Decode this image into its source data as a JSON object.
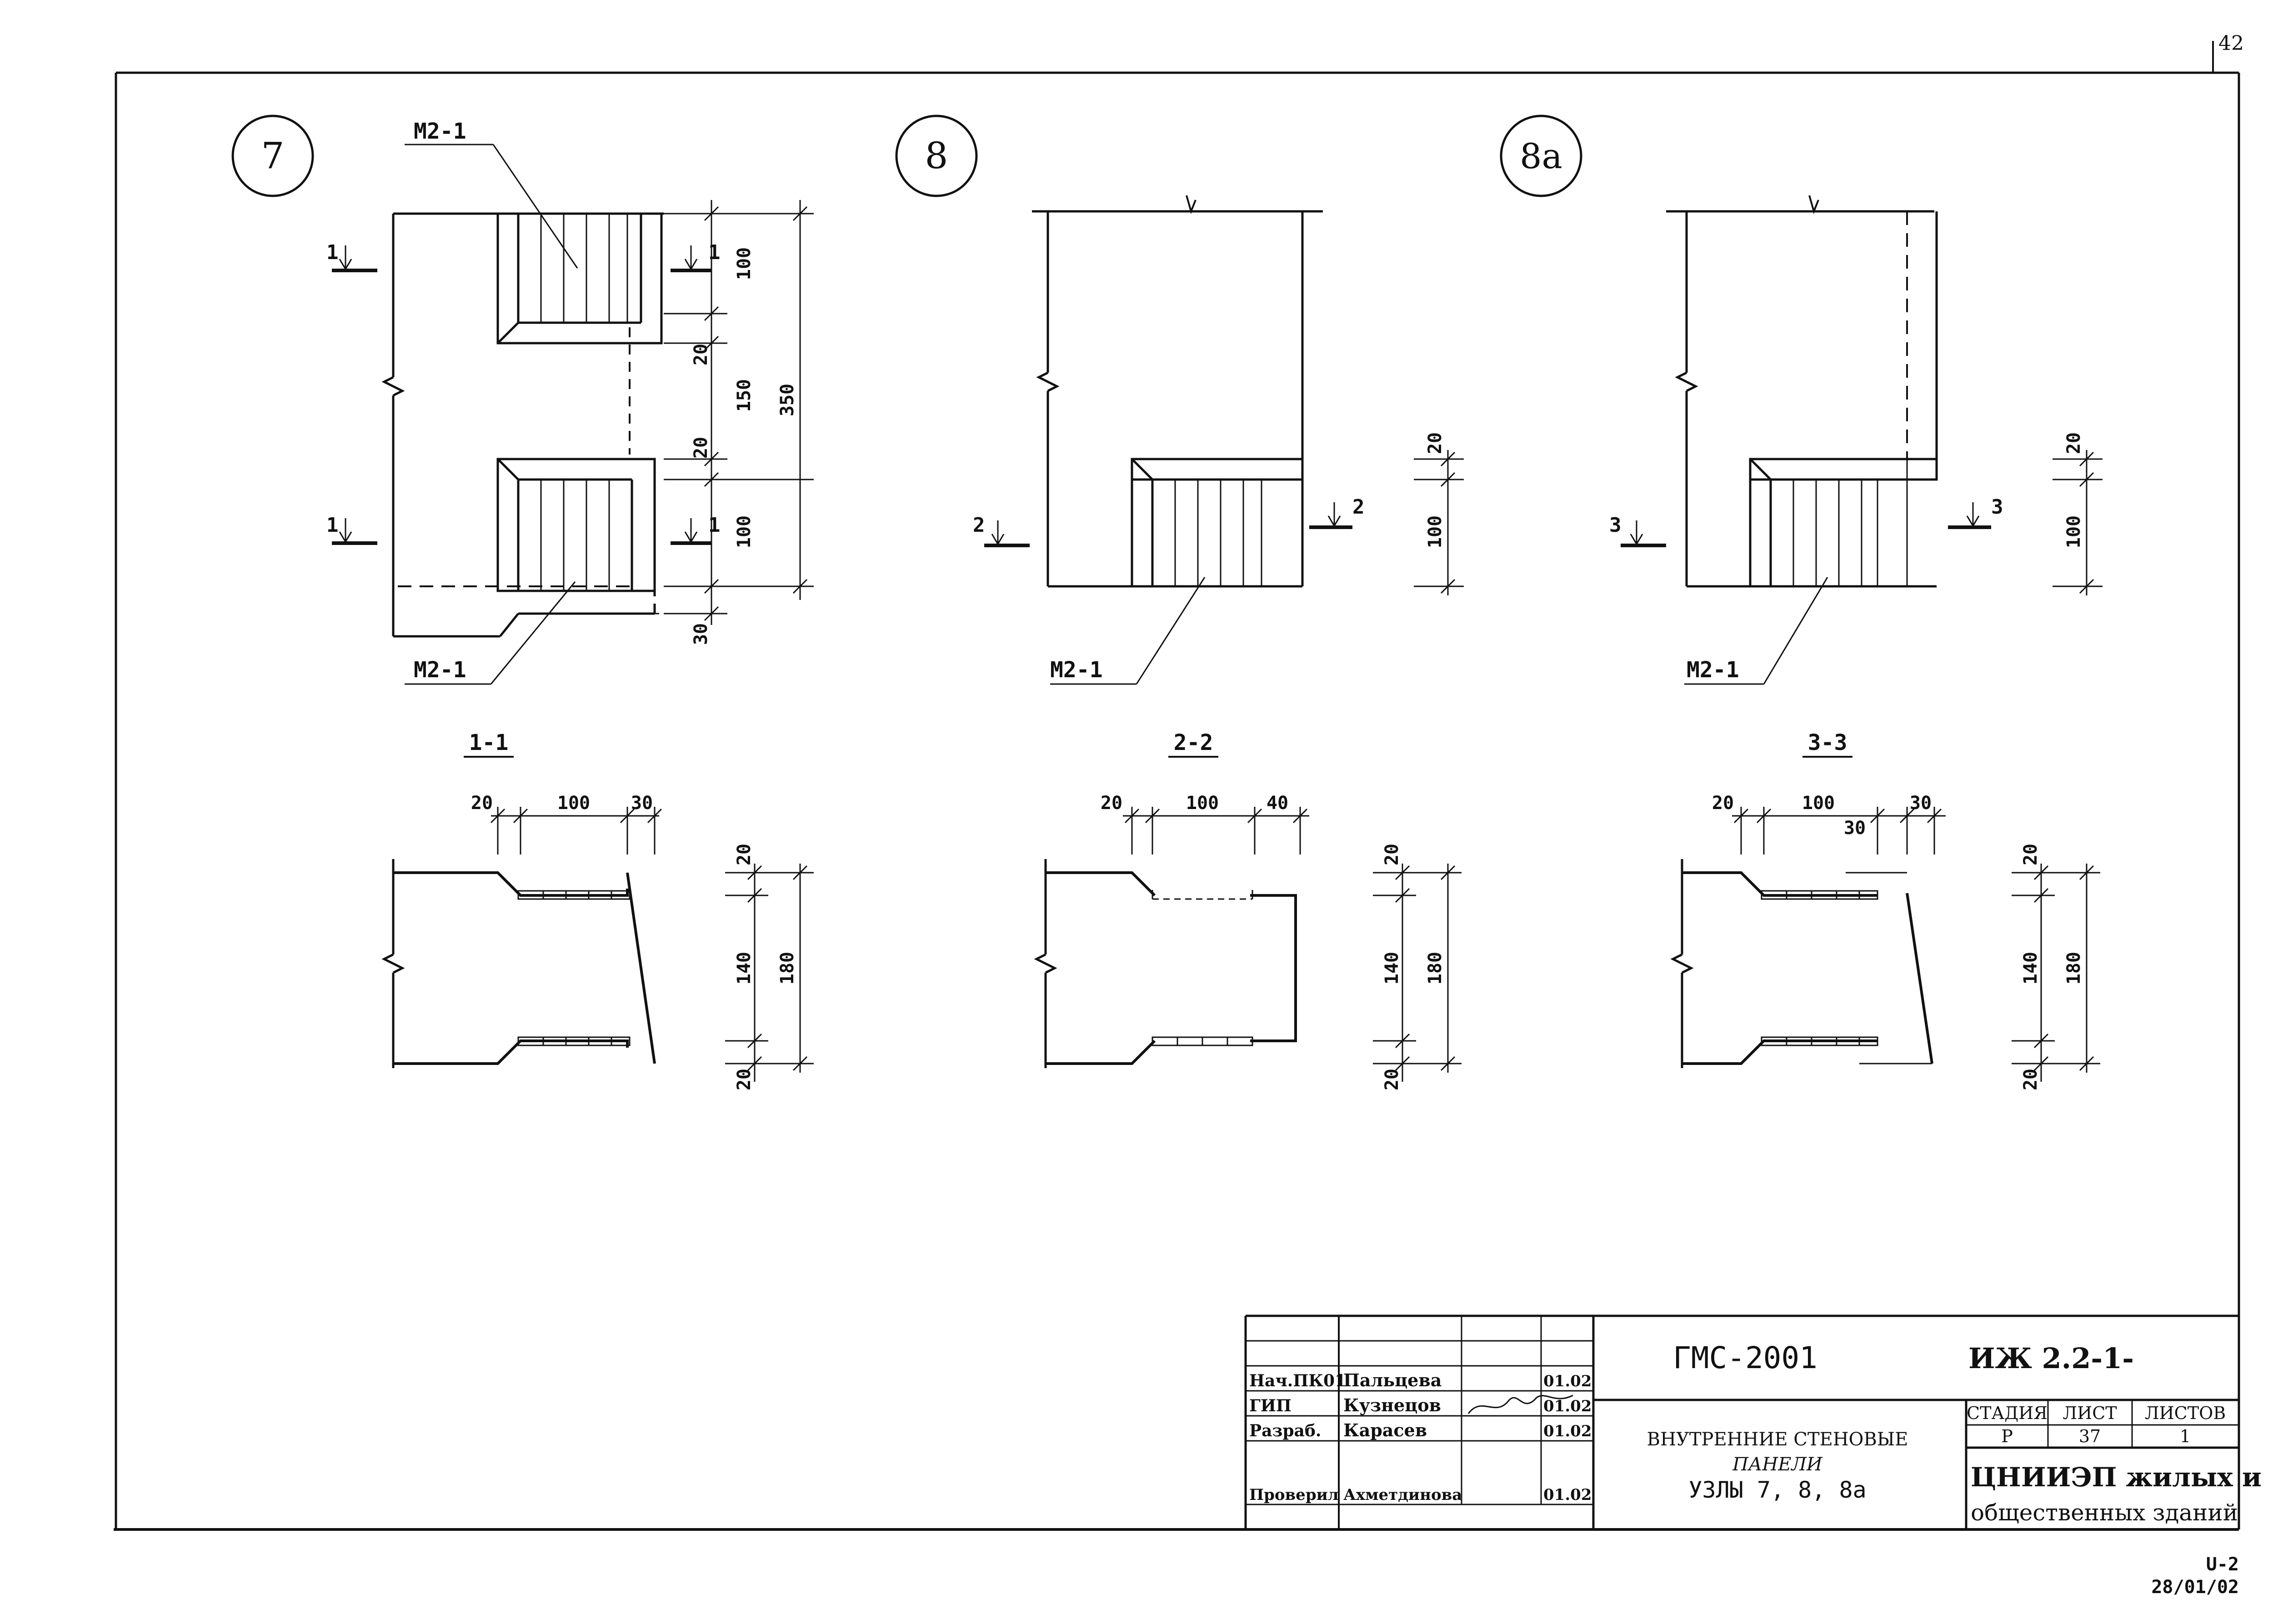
{
  "page": {
    "sheet_corner_number": "42",
    "footer_code": "U-2",
    "footer_date": "28/01/02"
  },
  "nodes": {
    "n7": {
      "label": "7",
      "mark_top": "М2-1",
      "mark_bottom": "М2-1",
      "cut_left_top": "1",
      "cut_right_top": "1",
      "cut_left_bottom": "1",
      "cut_right_bottom": "1",
      "dims": [
        "100",
        "20",
        "150",
        "20",
        "100",
        "30",
        "350"
      ]
    },
    "n8": {
      "label": "8",
      "mark": "М2-1",
      "cut_left": "2",
      "cut_right": "2",
      "dims": [
        "20",
        "100"
      ]
    },
    "n8a": {
      "label": "8а",
      "mark": "М2-1",
      "cut_left": "3",
      "cut_right": "3",
      "dims": [
        "20",
        "100"
      ]
    }
  },
  "sections": {
    "s11": {
      "title": "1-1",
      "top_dims": [
        "20",
        "100",
        "30"
      ],
      "side_dims": [
        "20",
        "140",
        "180",
        "20"
      ]
    },
    "s22": {
      "title": "2-2",
      "top_dims": [
        "20",
        "100",
        "40"
      ],
      "side_dims": [
        "20",
        "140",
        "180",
        "20"
      ]
    },
    "s33": {
      "title": "3-3",
      "top_dims": [
        "20",
        "100",
        "30",
        "30"
      ],
      "side_dims": [
        "20",
        "140",
        "180",
        "20"
      ]
    }
  },
  "title_block": {
    "roles": [
      "Нач.ПК01",
      "ГИП",
      "Разраб.",
      "Проверил"
    ],
    "names": [
      "Пальцева",
      "Кузнецов",
      "Карасев",
      "Ахметдинова"
    ],
    "dates": [
      "01.02",
      "01.02",
      "01.02",
      "01.02"
    ],
    "project": "ГМС-2001",
    "code": "ИЖ 2.2-1-",
    "title_line1": "ВНУТРЕННИЕ СТЕНОВЫЕ",
    "title_line2": "ПАНЕЛИ",
    "title_line3": "УЗЛЫ 7, 8, 8а",
    "stage_header": "СТАДИЯ",
    "sheet_header": "ЛИСТ",
    "sheets_header": "ЛИСТОВ",
    "stage": "Р",
    "sheet": "37",
    "sheets": "1",
    "org_line1": "ЦНИИЭП жилых и",
    "org_line2": "общественных зданий"
  }
}
